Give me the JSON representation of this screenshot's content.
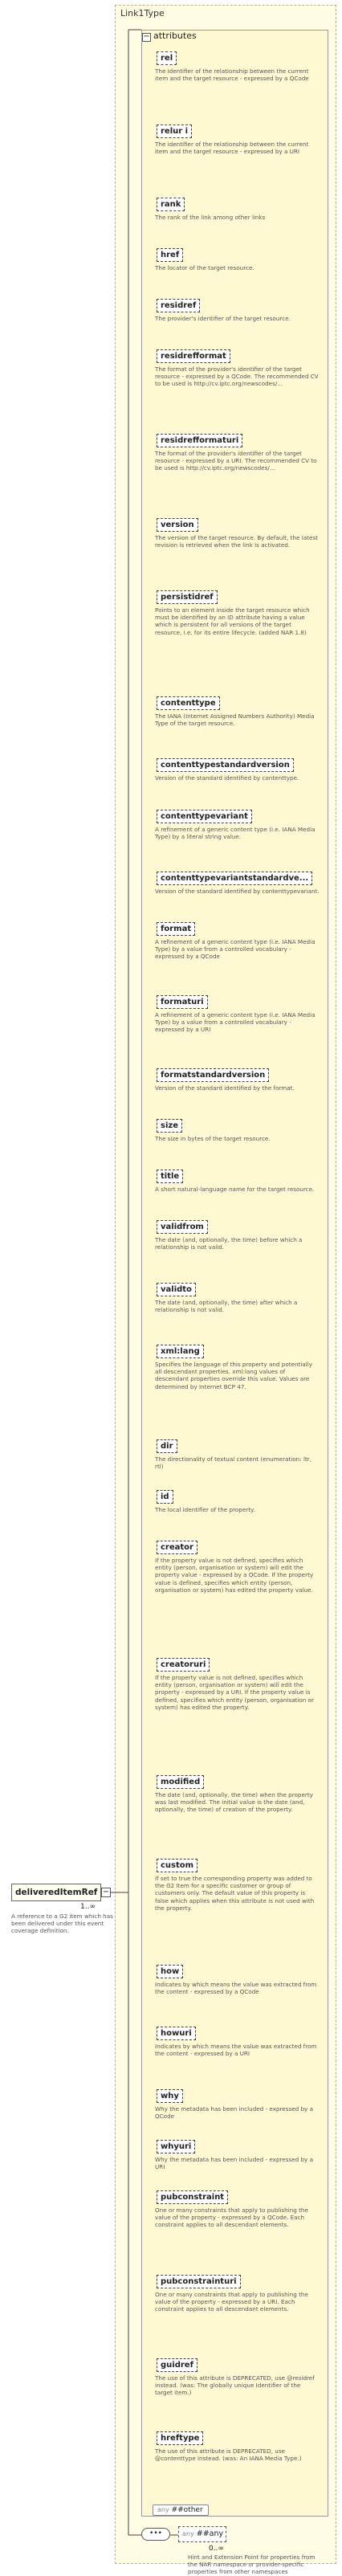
{
  "type_title": "Link1Type",
  "attributes_label": "attributes",
  "root": {
    "name": "deliveredItemRef",
    "multiplicity": "1..∞",
    "description": "A reference to a G2 item which has been delivered under this event coverage definition."
  },
  "attributes": [
    {
      "name": "rel",
      "desc": "The identifier of the relationship between the current item and the target resource - expressed by a QCode"
    },
    {
      "name": "relur i",
      "desc": "The identifier of the relationship between the current item and the target resource - expressed by a URI"
    },
    {
      "name": "rank",
      "desc": "The rank of the link among other links"
    },
    {
      "name": "href",
      "desc": "The locator of the target resource."
    },
    {
      "name": "residref",
      "desc": "The provider's identifier of the target resource."
    },
    {
      "name": "residrefformat",
      "desc": "The format of the provider's identifier of the target resource - expressed by a QCode. The recommended CV to be used is http://cv.iptc.org/newscodes/..."
    },
    {
      "name": "residrefformaturi",
      "desc": "The format of the provider's identifier of the target resource - expressed by a URI. The recommended CV to be used is http://cv.iptc.org/newscodes/..."
    },
    {
      "name": "version",
      "desc": "The version of the target resource. By default, the latest revision is retrieved when the link is activated."
    },
    {
      "name": "persistidref",
      "desc": "Points to an element inside the target resource which must be identified by an ID attribute having a value which is persistent for all versions of the target resource, i.e. for its entire lifecycle. (added NAR 1.8)"
    },
    {
      "name": "contenttype",
      "desc": "The IANA (Internet Assigned Numbers Authority) Media Type of the target resource."
    },
    {
      "name": "contenttypestandardversion",
      "desc": "Version of the standard identified by contenttype."
    },
    {
      "name": "contenttypevariant",
      "desc": "A refinement of a generic content type (i.e. IANA Media Type) by a literal string value."
    },
    {
      "name": "contenttypevariantstandardve...",
      "desc": "Version of the standard identified by contenttypevariant."
    },
    {
      "name": "format",
      "desc": "A refinement of a generic content type (i.e. IANA Media Type) by a value from a controlled vocabulary - expressed by a QCode"
    },
    {
      "name": "formaturi",
      "desc": "A refinement of a generic content type (i.e. IANA Media Type) by a value from a controlled vocabulary - expressed by a URI"
    },
    {
      "name": "formatstandardversion",
      "desc": "Version of the standard identified by the format."
    },
    {
      "name": "size",
      "desc": "The size in bytes of the target resource."
    },
    {
      "name": "title",
      "desc": "A short natural-language name for the target resource."
    },
    {
      "name": "validfrom",
      "desc": "The date (and, optionally, the time) before which a relationship is not valid."
    },
    {
      "name": "validto",
      "desc": "The date (and, optionally, the time) after which a relationship is not valid."
    },
    {
      "name": "xml:lang",
      "desc": "Specifies the language of this property and potentially all descendant properties. xml:lang values of descendant properties override this value. Values are determined by Internet BCP 47."
    },
    {
      "name": "dir",
      "desc": "The directionality of textual content (enumeration: ltr, rtl)"
    },
    {
      "name": "id",
      "desc": "The local identifier of the property."
    },
    {
      "name": "creator",
      "desc": "If the property value is not defined, specifies which entity (person, organisation or system) will edit the property value - expressed by a QCode. If the property value is defined, specifies which entity (person, organisation or system) has edited the property value."
    },
    {
      "name": "creatoruri",
      "desc": "If the property value is not defined, specifies which entity (person, organisation or system) will edit the property - expressed by a URI. If the property value is defined, specifies which entity (person, organisation or system) has edited the property."
    },
    {
      "name": "modified",
      "desc": "The date (and, optionally, the time) when the property was last modified. The initial value is the date (and, optionally, the time) of creation of the property."
    },
    {
      "name": "custom",
      "desc": "If set to true the corresponding property was added to the G2 Item for a specific customer or group of customers only. The default value of this property is false which applies when this attribute is not used with the property."
    },
    {
      "name": "how",
      "desc": "Indicates by which means the value was extracted from the content - expressed by a QCode"
    },
    {
      "name": "howuri",
      "desc": "Indicates by which means the value was extracted from the content - expressed by a URI"
    },
    {
      "name": "why",
      "desc": "Why the metadata has been included - expressed by a QCode"
    },
    {
      "name": "whyuri",
      "desc": "Why the metadata has been included - expressed by a URI"
    },
    {
      "name": "pubconstraint",
      "desc": "One or many constraints that apply to publishing the value of the property - expressed by a QCode. Each constraint applies to all descendant elements."
    },
    {
      "name": "pubconstrainturi",
      "desc": "One or many constraints that apply to publishing the value of the property - expressed by a URI. Each constraint applies to all descendant elements."
    },
    {
      "name": "guidref",
      "desc": "The use of this attribute is DEPRECATED, use @residref instead. (was: The globally unique Identifier of the target item.)"
    },
    {
      "name": "hreftype",
      "desc": "The use of this attribute is DEPRECATED, use @contenttype instead. (was: An IANA Media Type.)"
    }
  ],
  "any_attribute": "##other",
  "any_attribute_kw": "any",
  "any_element": {
    "kw": "any",
    "ns": "##any",
    "multiplicity": "0..∞",
    "description": "Hint and Extension Point for properties from the NAR namespace or provider-specific properties from other namespaces"
  }
}
